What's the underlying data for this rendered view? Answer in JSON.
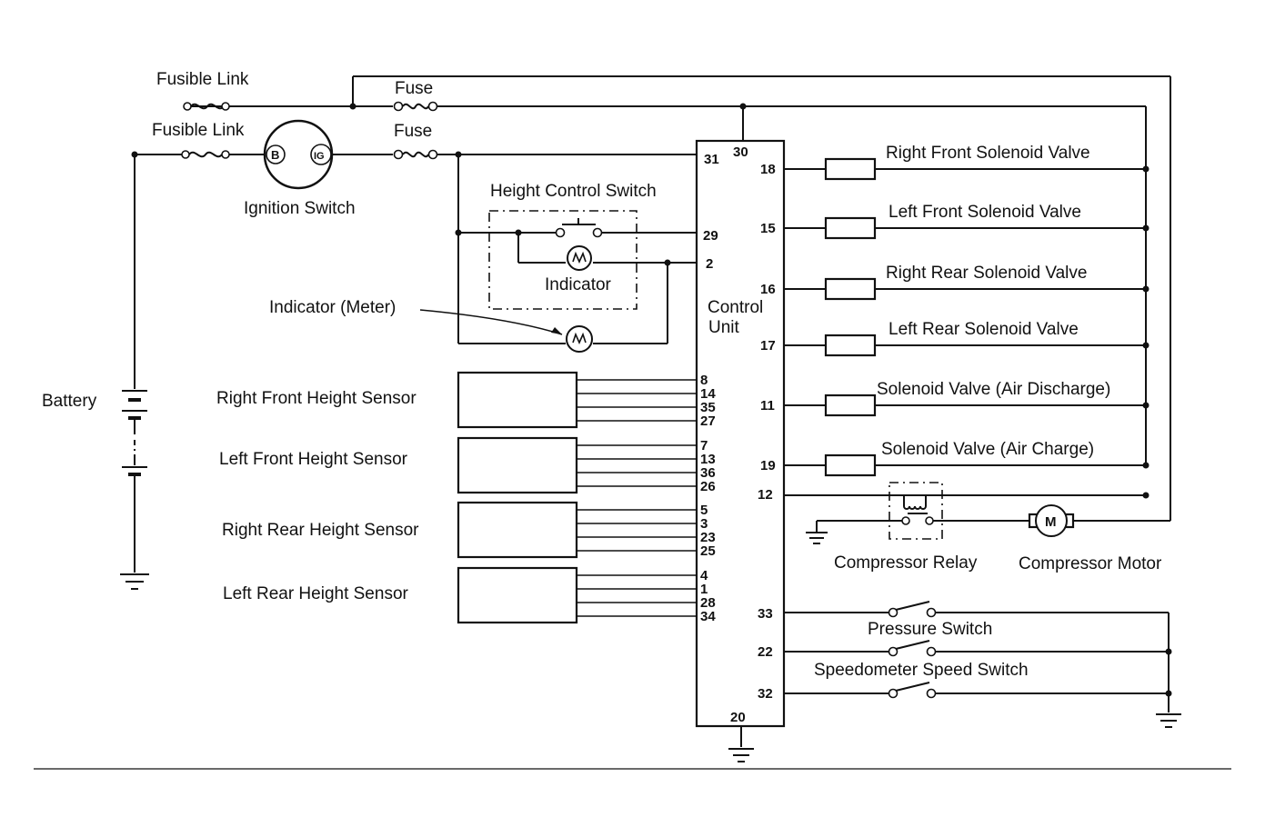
{
  "labels": {
    "fusible_link_1": "Fusible Link",
    "fusible_link_2": "Fusible Link",
    "fuse_1": "Fuse",
    "fuse_2": "Fuse",
    "ignition_switch": "Ignition Switch",
    "ignition_b": "B",
    "ignition_ig": "IG",
    "height_control_switch": "Height Control Switch",
    "indicator": "Indicator",
    "indicator_meter": "Indicator (Meter)",
    "battery": "Battery",
    "control_unit_line1": "Control",
    "control_unit_line2": "Unit",
    "compressor_relay": "Compressor Relay",
    "compressor_motor": "Compressor Motor",
    "motor_symbol": "M",
    "pressure_switch": "Pressure Switch",
    "speedometer_speed_switch": "Speedometer Speed Switch"
  },
  "sensors": [
    {
      "name": "Right Front Height Sensor",
      "pins": [
        "8",
        "14",
        "35",
        "27"
      ]
    },
    {
      "name": "Left Front Height Sensor",
      "pins": [
        "7",
        "13",
        "36",
        "26"
      ]
    },
    {
      "name": "Right Rear Height Sensor",
      "pins": [
        "5",
        "3",
        "23",
        "25"
      ]
    },
    {
      "name": "Left Rear Height Sensor",
      "pins": [
        "4",
        "1",
        "28",
        "34"
      ]
    }
  ],
  "valves": [
    {
      "name": "Right Front Solenoid Valve",
      "pin": "18"
    },
    {
      "name": "Left Front Solenoid Valve",
      "pin": "15"
    },
    {
      "name": "Right Rear Solenoid Valve",
      "pin": "16"
    },
    {
      "name": "Left Rear Solenoid Valve",
      "pin": "17"
    },
    {
      "name": "Solenoid Valve (Air Discharge)",
      "pin": "11"
    },
    {
      "name": "Solenoid Valve (Air Charge)",
      "pin": "19"
    }
  ],
  "control_unit_pins": {
    "p30": "30",
    "p31": "31",
    "p29": "29",
    "p2": "2",
    "p12": "12",
    "p33": "33",
    "p22": "22",
    "p32": "32",
    "p20": "20"
  }
}
